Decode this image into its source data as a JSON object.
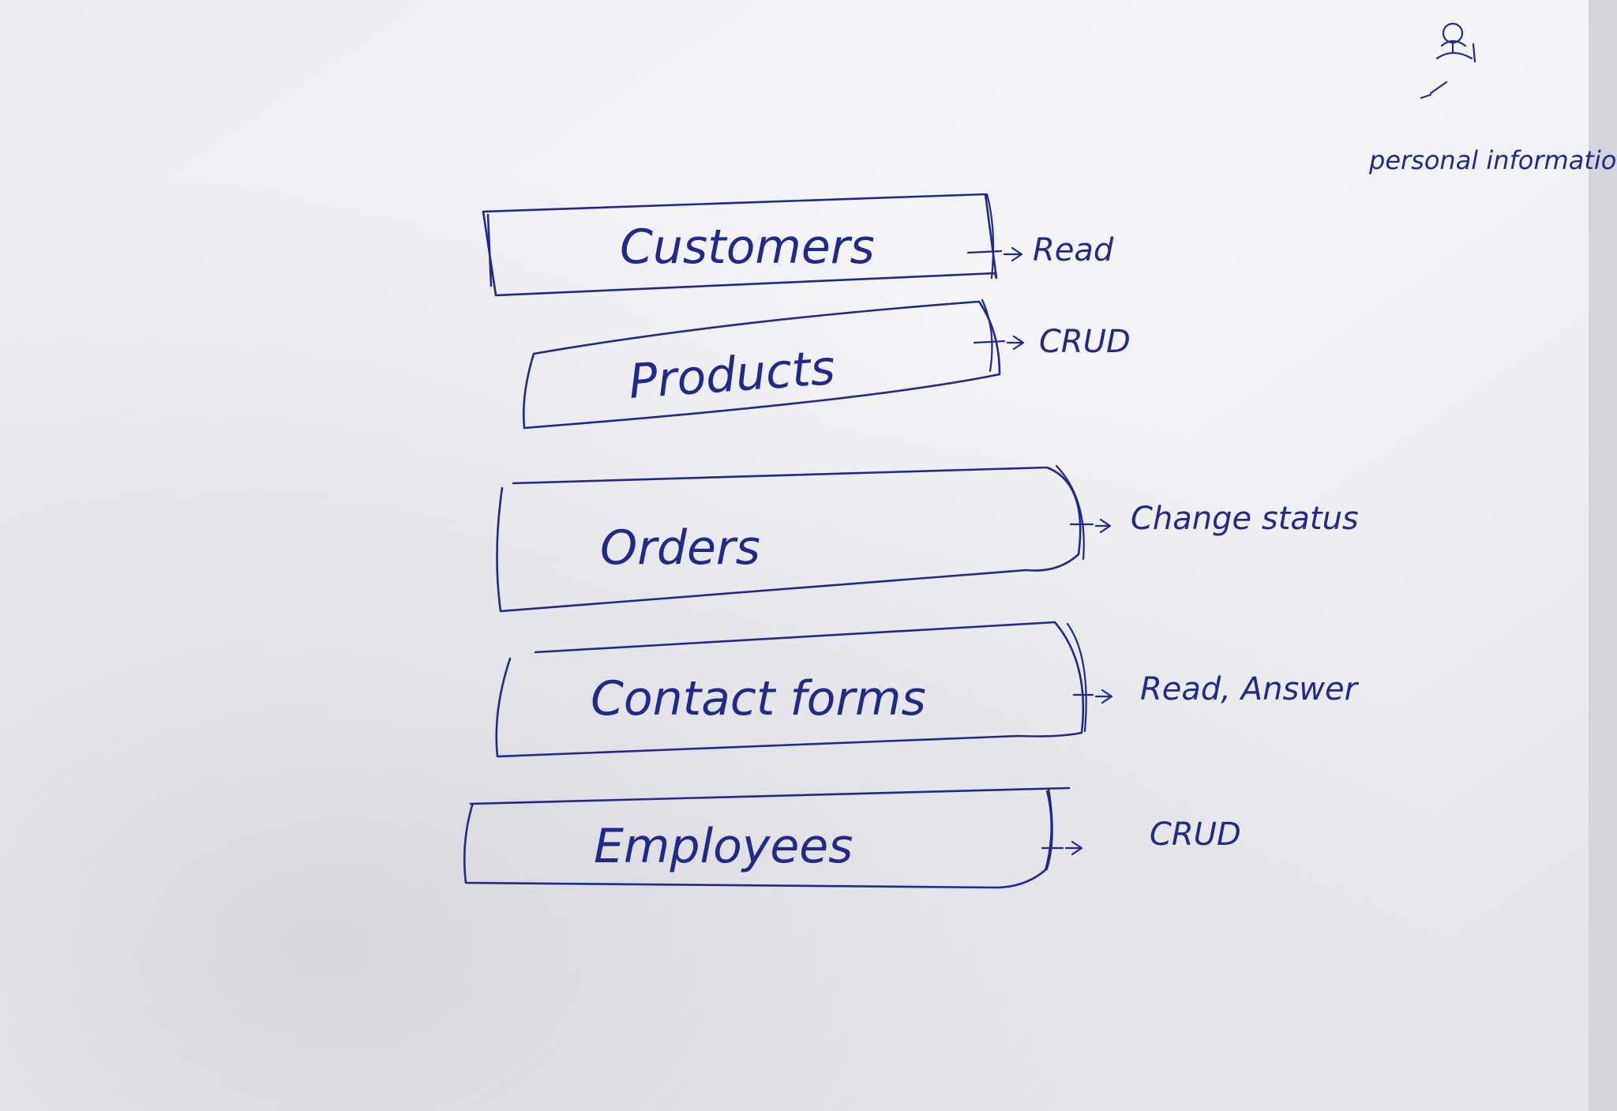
{
  "diagram": {
    "entities": [
      {
        "label": "Customers",
        "action": "Read"
      },
      {
        "label": "Products",
        "action": "CRUD"
      },
      {
        "label": "Orders",
        "action": "Change status"
      },
      {
        "label": "Contact forms",
        "action": "Read, Answer"
      },
      {
        "label": "Employees",
        "action": "CRUD"
      }
    ],
    "corner_note": {
      "icon": "person-icon",
      "text": "personal information"
    },
    "colors": {
      "ink": "#1f2a8a",
      "paper": "#f4f4f8",
      "shadow": "#d7d7dd"
    }
  }
}
